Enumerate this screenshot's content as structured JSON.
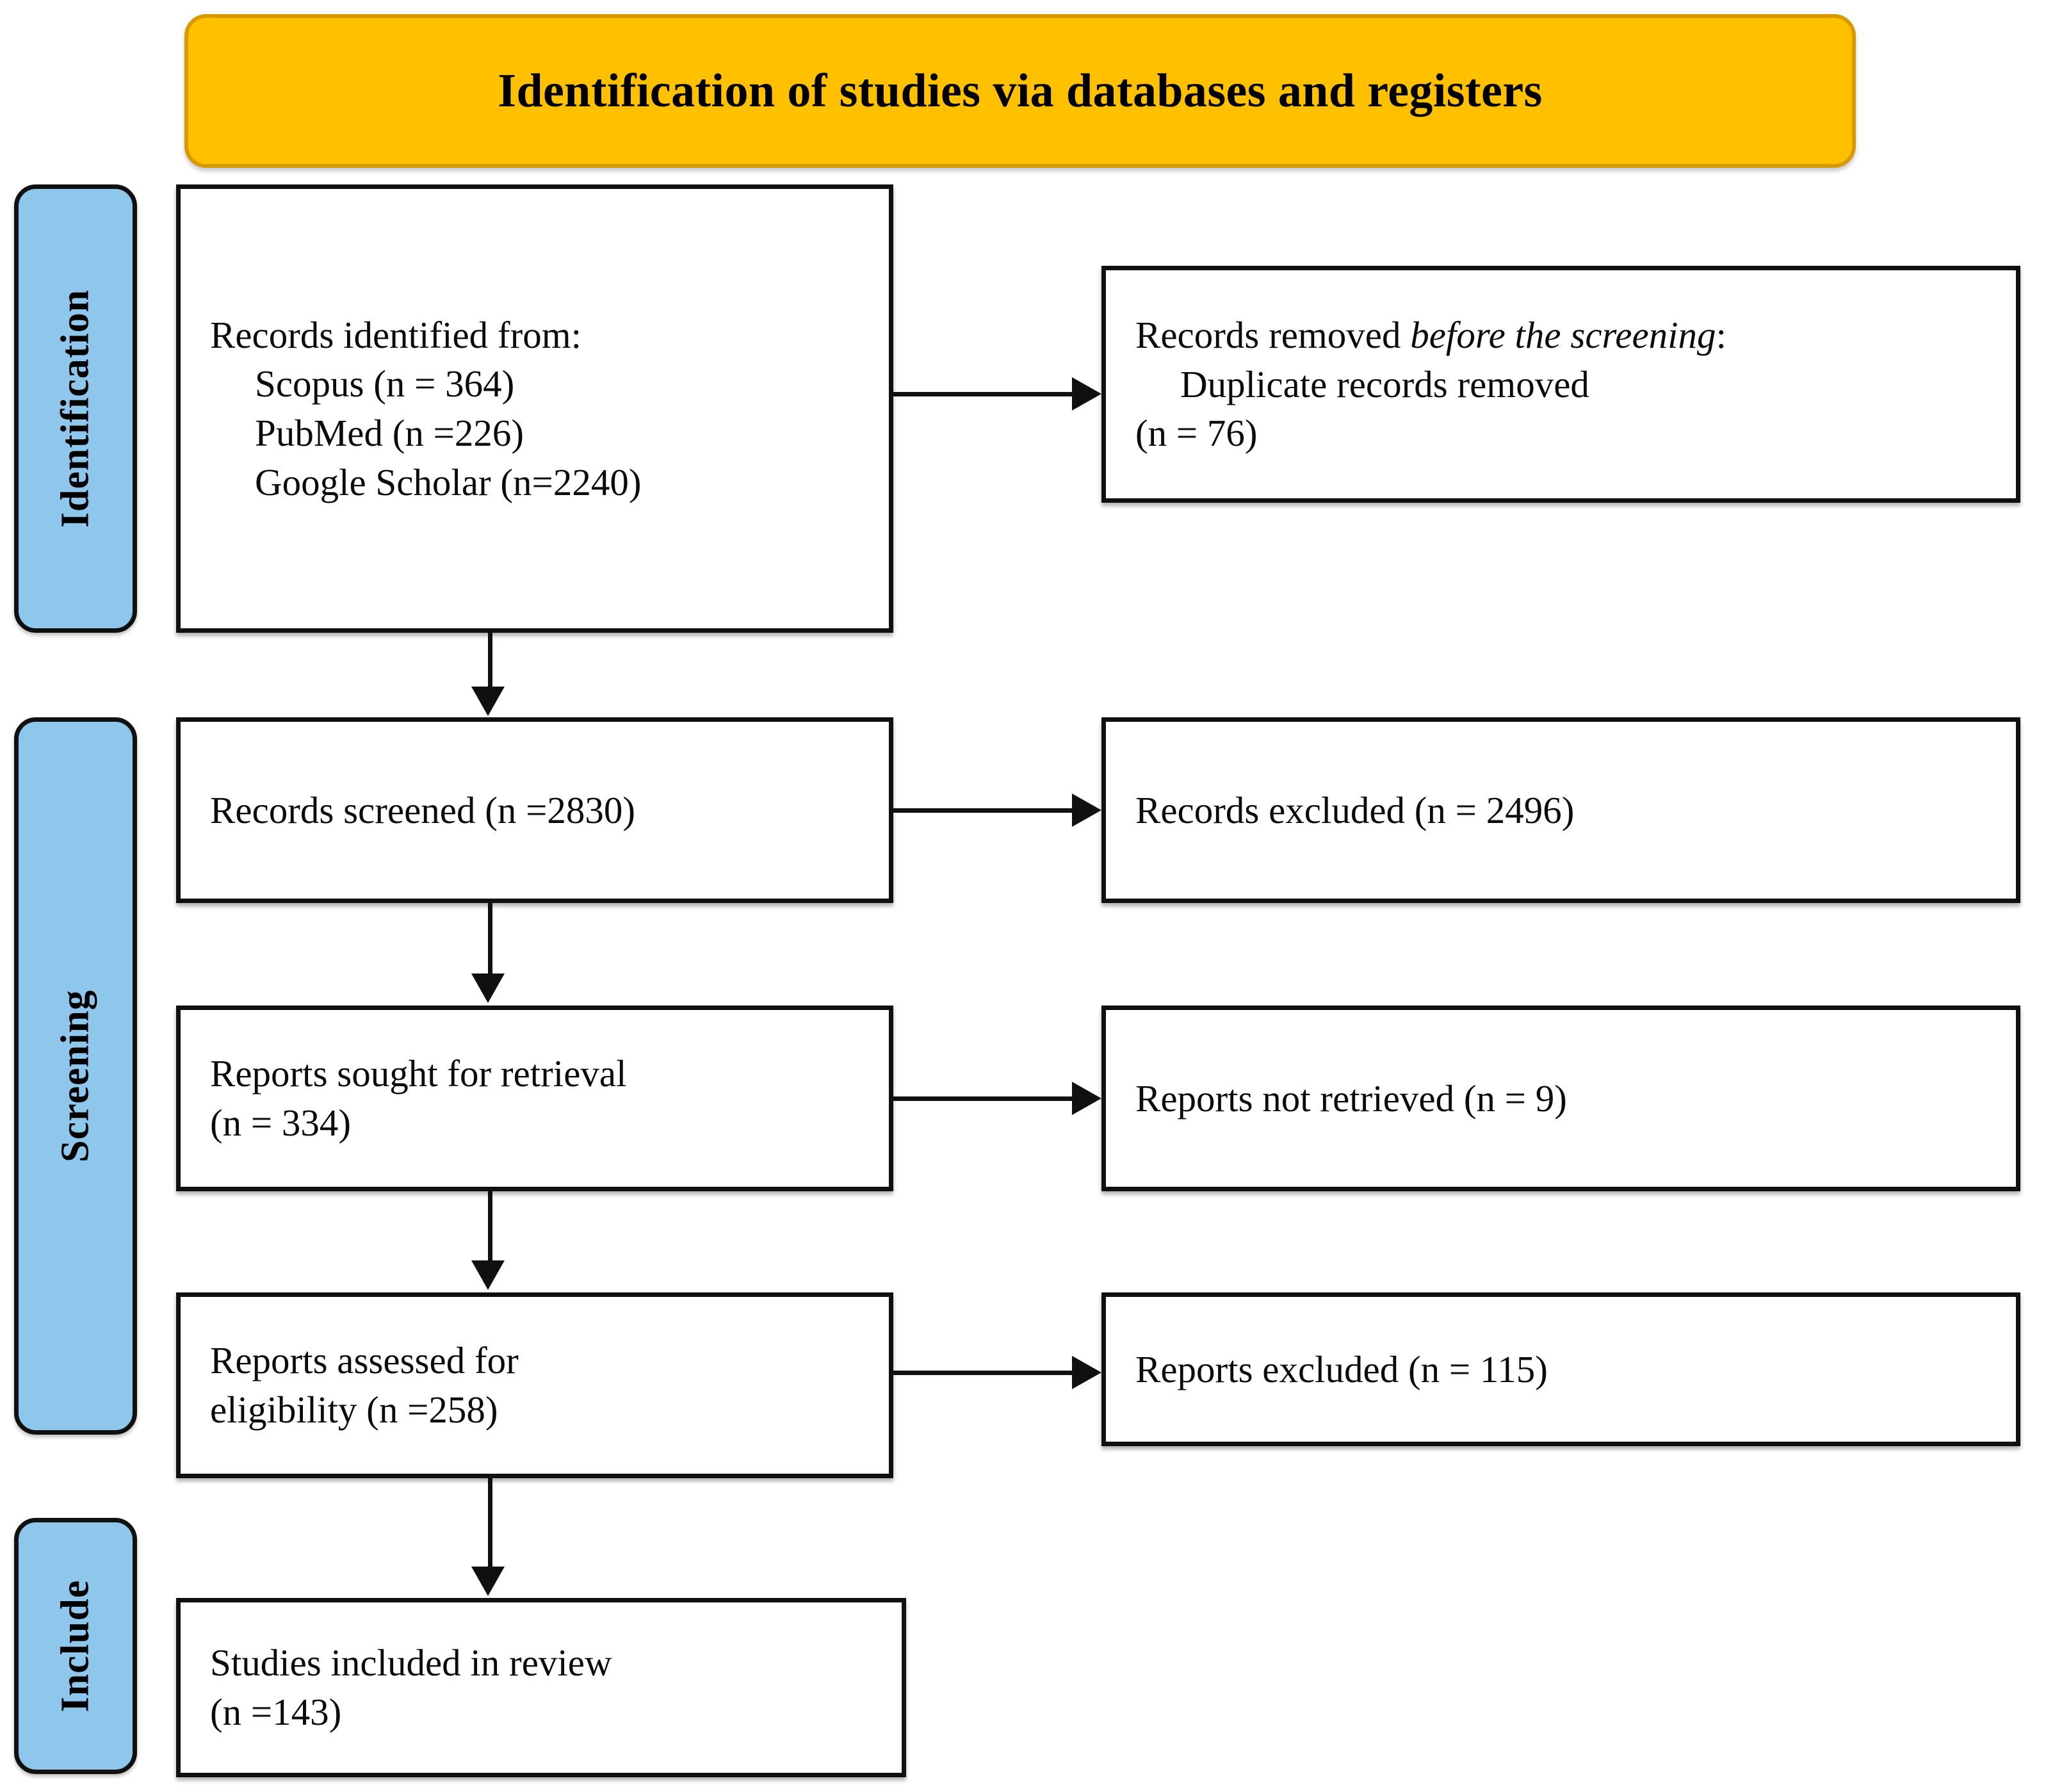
{
  "banner": {
    "title": "Identification of studies via databases and registers",
    "bg_color": "#FFC000",
    "border_color": "#D79B00"
  },
  "stages": {
    "identification": "Identification",
    "screening": "Screening",
    "include": "Include",
    "bg_color": "#8FC6EC"
  },
  "nodes": {
    "identified": {
      "l1": "Records identified from:",
      "l2": "Scopus (n = 364)",
      "l3": "PubMed (n =226)",
      "l4": "Google Scholar (n=2240)"
    },
    "duplicates": {
      "l1_prefix": "Records removed ",
      "l1_italic": "before the screening",
      "l1_suffix": ":",
      "l2": "Duplicate records removed",
      "l3": "(n = 76)"
    },
    "screened": {
      "l1": "Records screened (n =2830)"
    },
    "records_excluded": {
      "l1": "Records excluded (n = 2496)"
    },
    "sought": {
      "l1": "Reports sought for retrieval",
      "l2": "(n = 334)"
    },
    "not_retrieved": {
      "l1": "Reports not retrieved (n = 9)"
    },
    "assessed": {
      "l1": "Reports assessed for",
      "l2": "eligibility (n =258)"
    },
    "reports_excluded": {
      "l1": "Reports excluded (n = 115)"
    },
    "included": {
      "l1": "Studies included in review",
      "l2": "(n =143)"
    }
  },
  "chart_data": {
    "type": "diagram",
    "title": "Identification of studies via databases and registers",
    "flow": [
      {
        "stage": "Identification",
        "label": "Records identified from: Scopus",
        "n": 364
      },
      {
        "stage": "Identification",
        "label": "Records identified from: PubMed",
        "n": 226
      },
      {
        "stage": "Identification",
        "label": "Records identified from: Google Scholar",
        "n": 2240
      },
      {
        "stage": "Identification",
        "label": "Duplicate records removed before the screening",
        "n": 76
      },
      {
        "stage": "Screening",
        "label": "Records screened",
        "n": 2830
      },
      {
        "stage": "Screening",
        "label": "Records excluded",
        "n": 2496
      },
      {
        "stage": "Screening",
        "label": "Reports sought for retrieval",
        "n": 334
      },
      {
        "stage": "Screening",
        "label": "Reports not retrieved",
        "n": 9
      },
      {
        "stage": "Screening",
        "label": "Reports assessed for eligibility",
        "n": 258
      },
      {
        "stage": "Screening",
        "label": "Reports excluded",
        "n": 115
      },
      {
        "stage": "Include",
        "label": "Studies included in review",
        "n": 143
      }
    ]
  }
}
